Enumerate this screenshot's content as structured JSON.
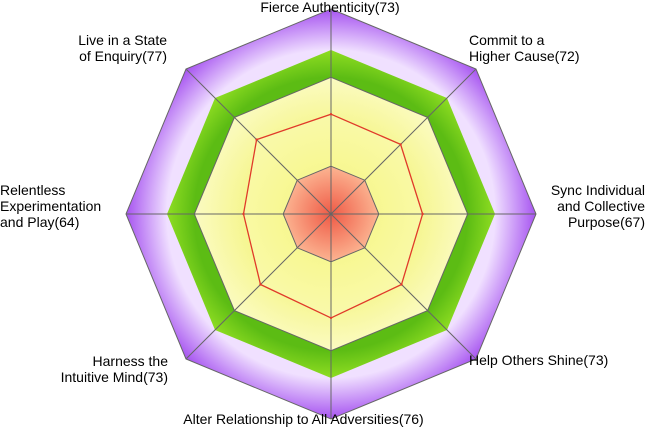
{
  "chart_data": {
    "type": "radar",
    "categories": [
      "Fierce Authenticity(73)",
      "Commit to a\nHigher Cause(72)",
      "Sync Individual\nand Collective\nPurpose(67)",
      "Help Others Shine(73)",
      "Alter Relationship to All Adversities(76)",
      "Harness the\nIntuitive Mind(73)",
      "Relentless\nExperimentation\nand Play(64)",
      "Live in a State\nof Enquiry(77)"
    ],
    "series": [
      {
        "values": [
          73,
          72,
          67,
          73,
          76,
          73,
          64,
          77
        ]
      }
    ],
    "rlim": [
      0,
      150
    ],
    "bands": [
      {
        "from": 0,
        "to": 35,
        "inner_color": "#ef5a46",
        "outer_color": "#fcb592"
      },
      {
        "from": 35,
        "to": 100,
        "inner_color": "#f2f26a",
        "outer_color": "#fbfbc2"
      },
      {
        "from": 100,
        "to": 120,
        "inner_color": "#5cbc14",
        "outer_color": "#8fdd22"
      },
      {
        "from": 120,
        "to": 150,
        "inner_color": "#f0e0ff",
        "outer_color": "#a653f0"
      }
    ],
    "grid_levels": [
      35,
      100
    ],
    "colors": {
      "series_line": "#e03a2a",
      "series_fill": "#fbfbb4",
      "grid_line": "#666666"
    }
  }
}
